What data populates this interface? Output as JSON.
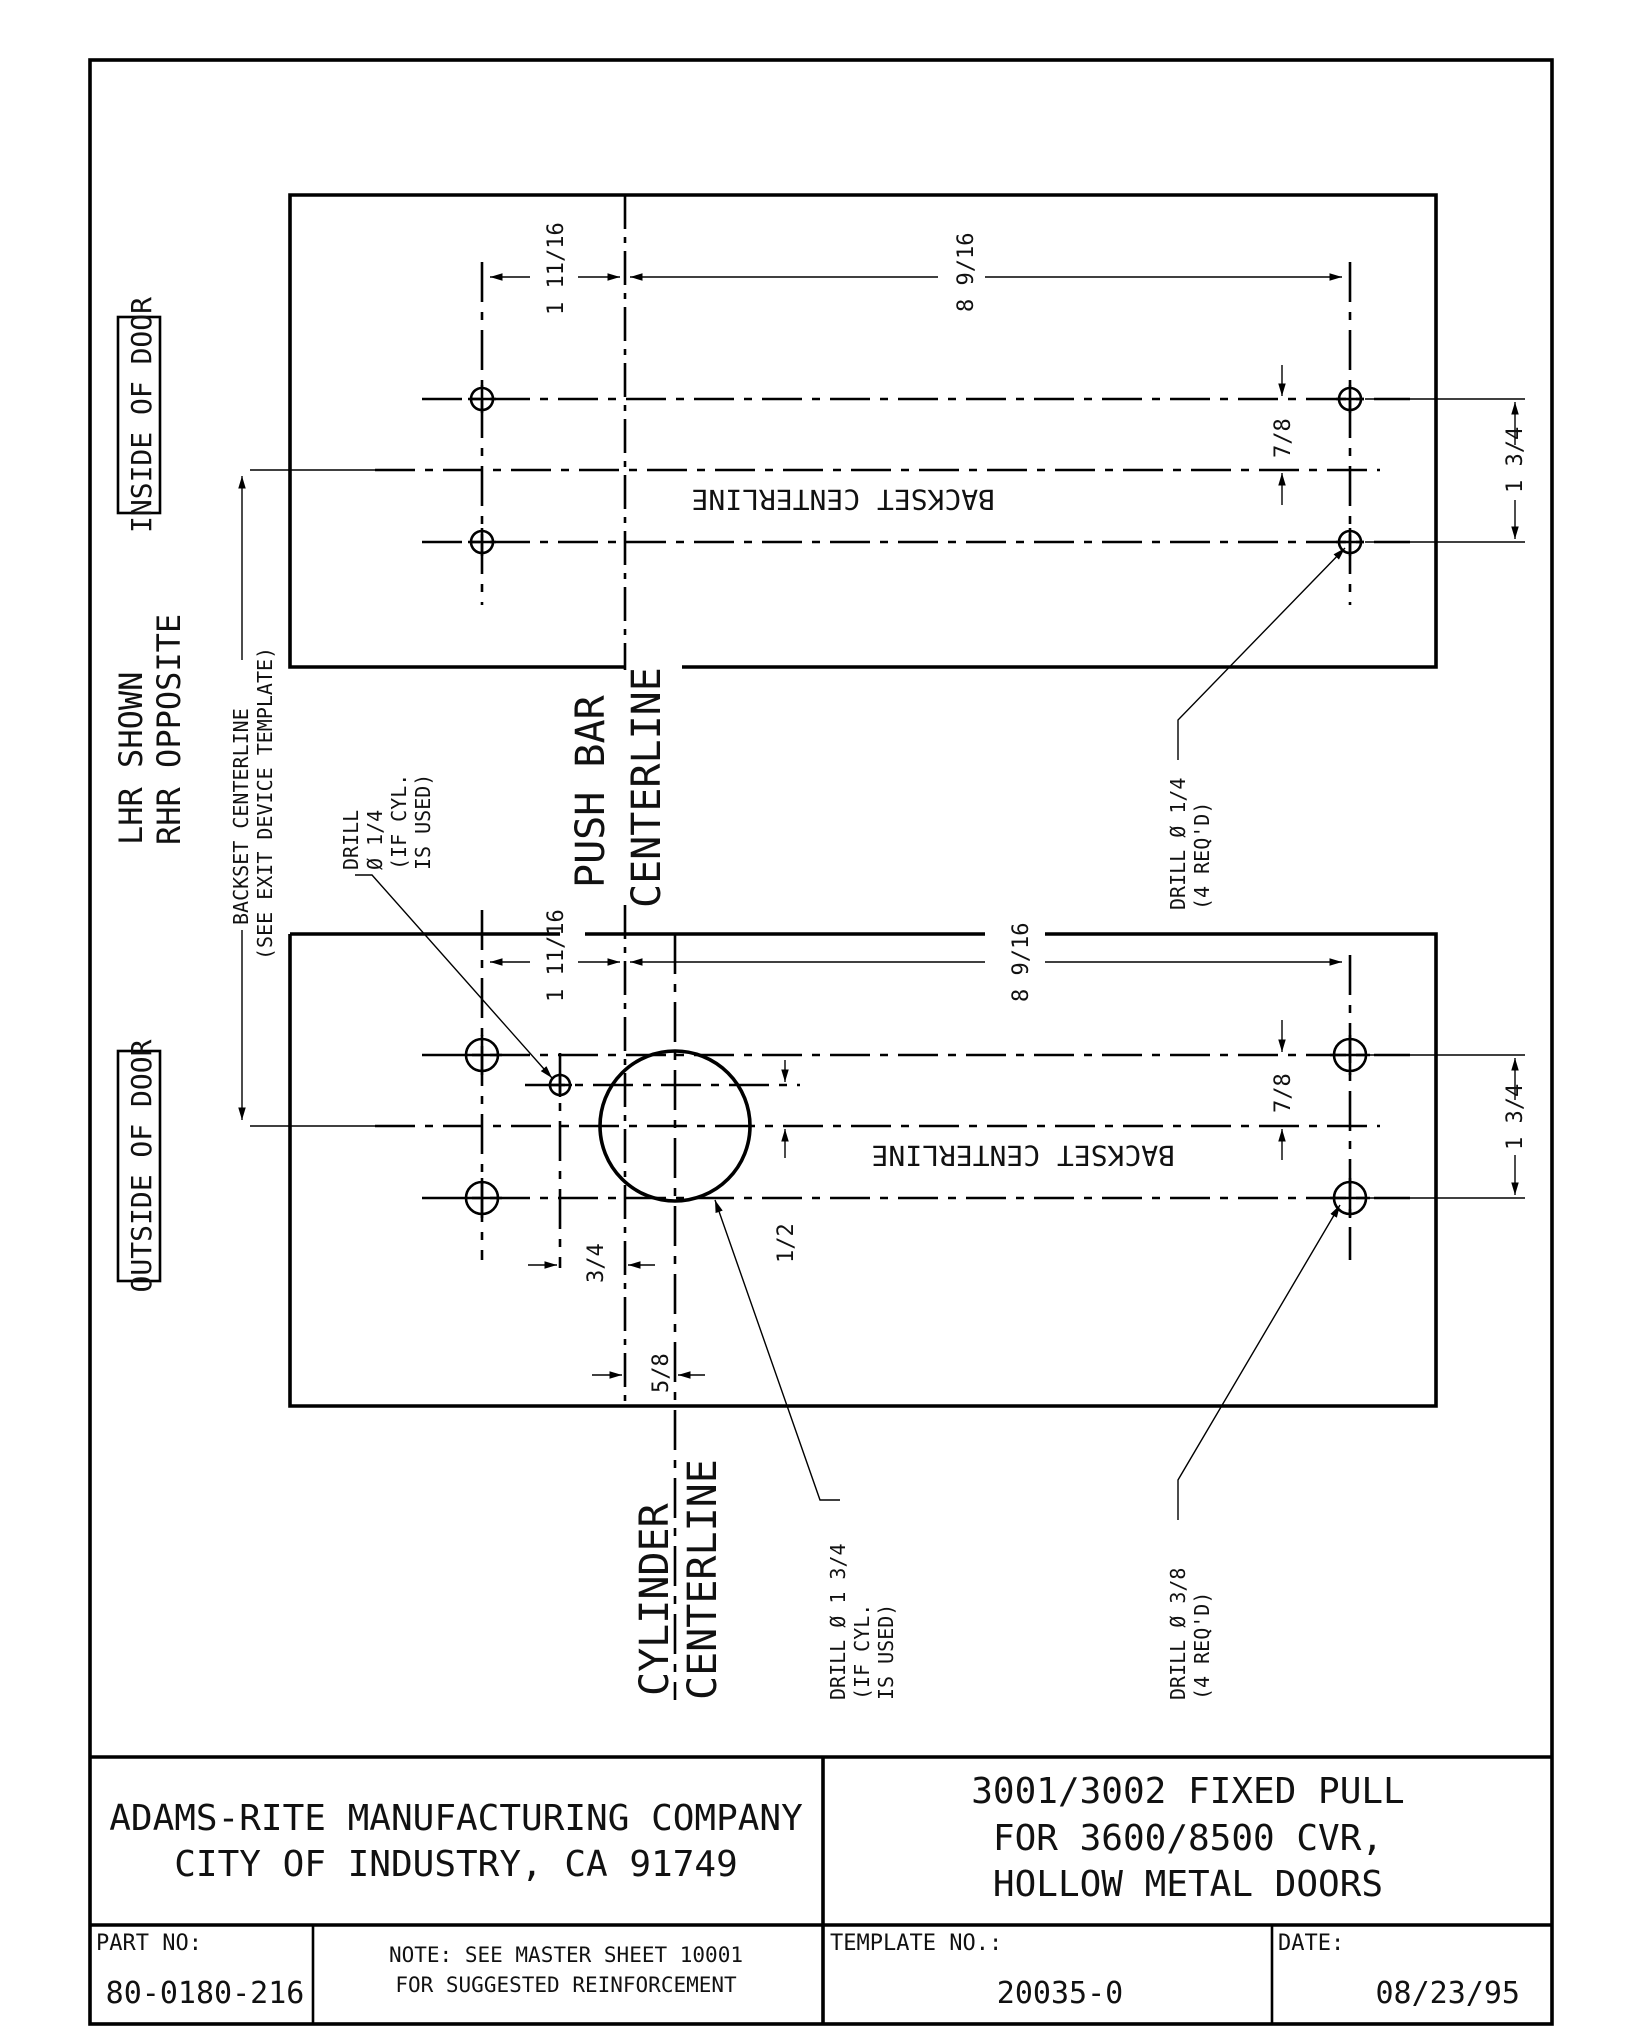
{
  "labels": {
    "inside_of_door": "INSIDE OF DOOR",
    "outside_of_door": "OUTSIDE OF DOOR",
    "lhr_shown": "LHR SHOWN",
    "rhr_opposite": "RHR OPPOSITE",
    "backset_centerline_note_1": "BACKSET CENTERLINE",
    "backset_centerline_note_2": "(SEE EXIT DEVICE TEMPLATE)",
    "push_bar_1": "PUSH BAR",
    "push_bar_2": "CENTERLINE",
    "cylinder_1": "CYLINDER",
    "cylinder_2": "CENTERLINE",
    "backset_centerline": "BACKSET CENTERLINE"
  },
  "dimensions": {
    "d_1_11_16": "1 11/16",
    "d_8_9_16": "8 9/16",
    "d_7_8": "7/8",
    "d_1_3_4": "1 3/4",
    "d_3_4": "3/4",
    "d_5_8": "5/8",
    "d_1_2": "1/2"
  },
  "notes": {
    "drill_quarter_cyl": [
      "DRILL",
      "Ø 1/4",
      "(IF CYL.",
      "IS USED)"
    ],
    "drill_quarter_4": [
      "DRILL Ø 1/4",
      "(4 REQ'D)"
    ],
    "drill_1_3_4": [
      "DRILL Ø 1 3/4",
      "(IF CYL.",
      "IS USED)"
    ],
    "drill_3_8": [
      "DRILL Ø 3/8",
      "(4 REQ'D)"
    ]
  },
  "title_block": {
    "company_line1": "ADAMS-RITE MANUFACTURING COMPANY",
    "company_line2": "CITY OF INDUSTRY, CA  91749",
    "title_line1": "3001/3002 FIXED PULL",
    "title_line2": "FOR 3600/8500 CVR,",
    "title_line3": "HOLLOW METAL DOORS",
    "part_no_label": "PART NO:",
    "part_no": "80-0180-216",
    "note_line1": "NOTE: SEE MASTER SHEET 10001",
    "note_line2": "FOR SUGGESTED REINFORCEMENT",
    "template_no_label": "TEMPLATE NO.:",
    "template_no": "20035-0",
    "date_label": "DATE:",
    "date": "08/23/95"
  }
}
